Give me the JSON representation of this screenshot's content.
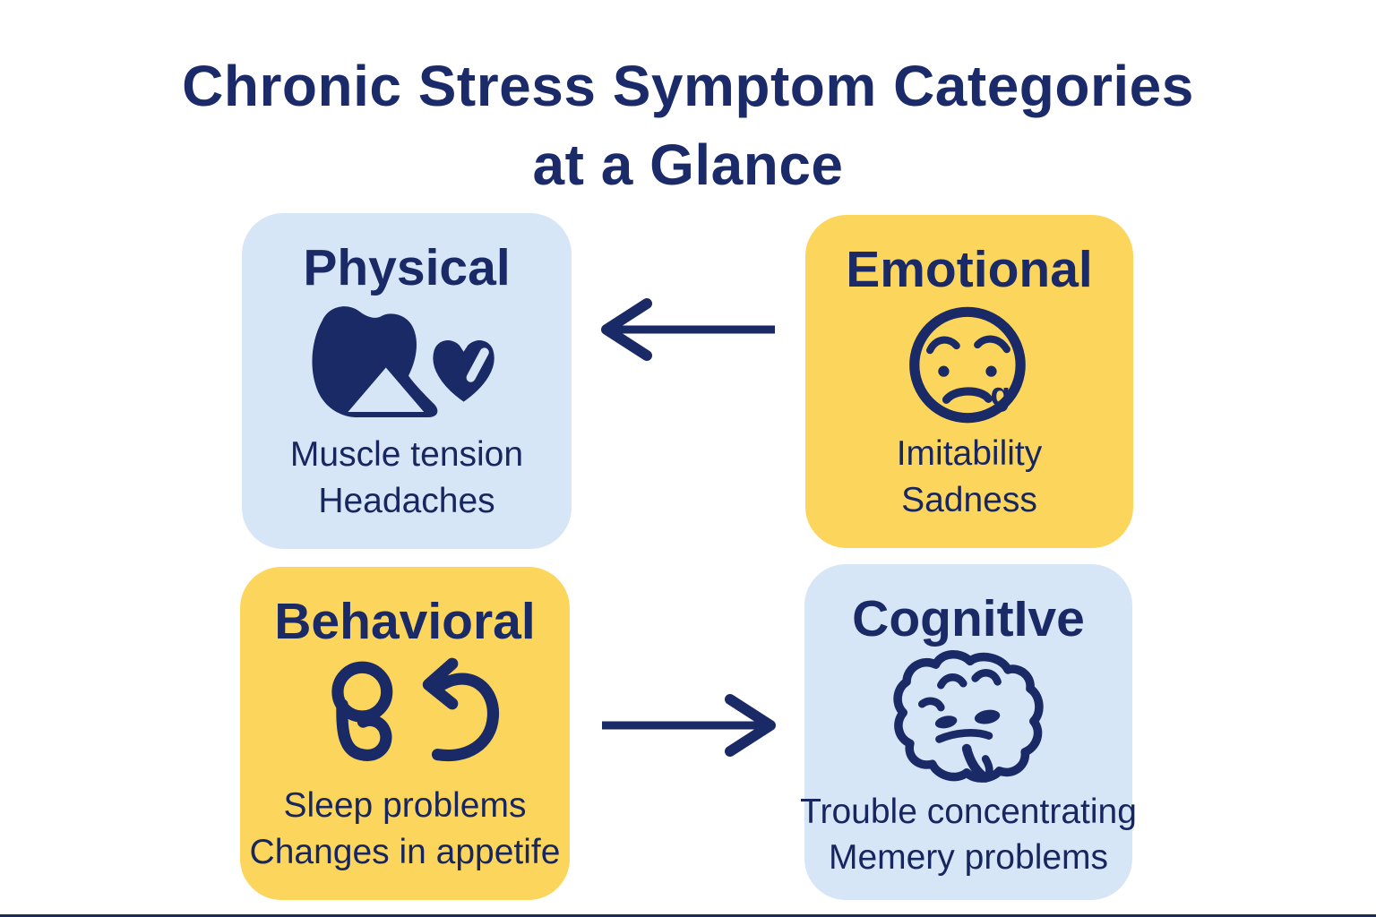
{
  "title": {
    "line1": "Chronic Stress Symptom Categories",
    "line2": "at a Glance"
  },
  "colors": {
    "title_navy": "#1b2b6a",
    "icon_navy": "#1a2a66",
    "card_blue": "#d7e6f7",
    "card_yellow": "#fcd65c",
    "background": "#ffffff",
    "bottom_rule": "#1e2b4e"
  },
  "cards": [
    {
      "label": "Physical",
      "theme": "blue",
      "icon": "flexed-arm-heart-icon",
      "symptoms": [
        "Muscle tension",
        "Headaches"
      ]
    },
    {
      "label": "Emotional",
      "theme": "yellow",
      "icon": "sad-face-tear-icon",
      "symptoms": [
        "Imitability",
        "Sadness"
      ]
    },
    {
      "label": "Behavioral",
      "theme": "yellow",
      "icon": "interlocked-loops-cycle-arrow-icon",
      "symptoms": [
        "Sleep problems",
        "Changes in appetife"
      ]
    },
    {
      "label": "CognitIve",
      "theme": "blue",
      "icon": "sad-brain-icon",
      "symptoms": [
        "Trouble concentrating",
        "Memery problems"
      ]
    }
  ],
  "arrows": [
    {
      "name": "emotional-to-physical",
      "direction": "left"
    },
    {
      "name": "behavioral-to-cognitive",
      "direction": "right"
    }
  ],
  "face_tear_glyph": "g"
}
